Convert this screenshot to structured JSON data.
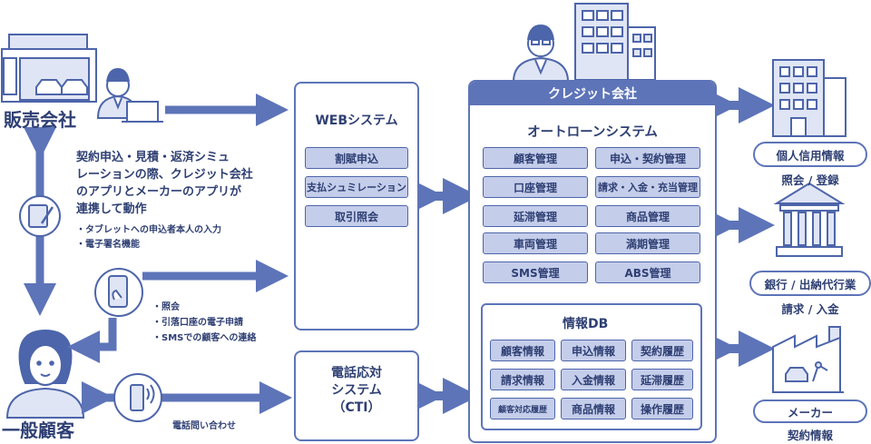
{
  "sales_company": {
    "title": "販売会社"
  },
  "customer": {
    "title": "一般顧客"
  },
  "tablet_note": {
    "lines": [
      "契約申込・見積・返済シミュ",
      "レーションの際、クレジット会社",
      "のアプリとメーカーのアプリが",
      "連携して動作"
    ],
    "bullets": [
      "・タブレットへの申込者本人の入力",
      "・電子署名機能"
    ]
  },
  "phone_note": {
    "bullets": [
      "・照会",
      "・引落口座の電子申請",
      "・SMSでの顧客への連絡"
    ]
  },
  "call_note": {
    "label": "電話問い合わせ"
  },
  "web_system": {
    "title": "WEBシステム",
    "items": [
      "割賦申込",
      "支払シュミレーション",
      "取引照会"
    ]
  },
  "cti_system": {
    "lines": [
      "電話応対",
      "システム",
      "（CTI）"
    ]
  },
  "credit_company": {
    "title": "クレジット会社",
    "system_title": "オートローンシステム",
    "modules": [
      "顧客管理",
      "申込・契約管理",
      "口座管理",
      "請求・入金・充当管理",
      "延滞管理",
      "商品管理",
      "車両管理",
      "満期管理",
      "SMS管理",
      "ABS管理"
    ],
    "db_title": "情報DB",
    "db_items": [
      "顧客情報",
      "申込情報",
      "契約履歴",
      "請求情報",
      "入金情報",
      "延滞履歴",
      "顧客対応履歴",
      "商品情報",
      "操作履歴"
    ]
  },
  "external": [
    {
      "label": "個人信用情報",
      "sub": "照会 / 登録",
      "icon": "office-building-icon"
    },
    {
      "label": "銀行 / 出納代行業",
      "sub": "請求 / 入金",
      "icon": "bank-icon"
    },
    {
      "label": "メーカー",
      "sub": "契約情報",
      "icon": "factory-icon"
    }
  ],
  "colors": {
    "primary": "#5d74b8",
    "chip_fill": "#c4cdea",
    "text": "#2e3f73",
    "icon_fill": "#dfe5f4"
  }
}
